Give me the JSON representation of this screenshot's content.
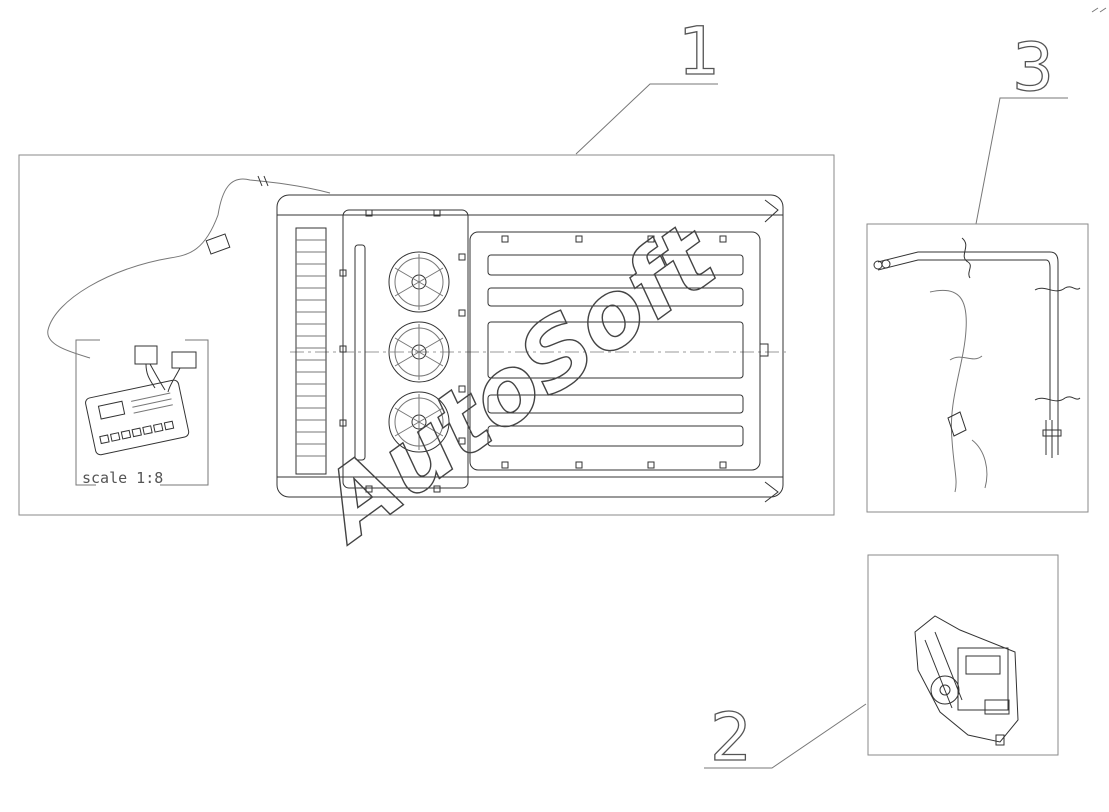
{
  "callouts": [
    {
      "id": "1",
      "label": "1"
    },
    {
      "id": "2",
      "label": "2"
    },
    {
      "id": "3",
      "label": "3"
    }
  ],
  "inset": {
    "scale_label": "scale 1:8"
  },
  "watermark": {
    "text": "AutoSoft"
  }
}
